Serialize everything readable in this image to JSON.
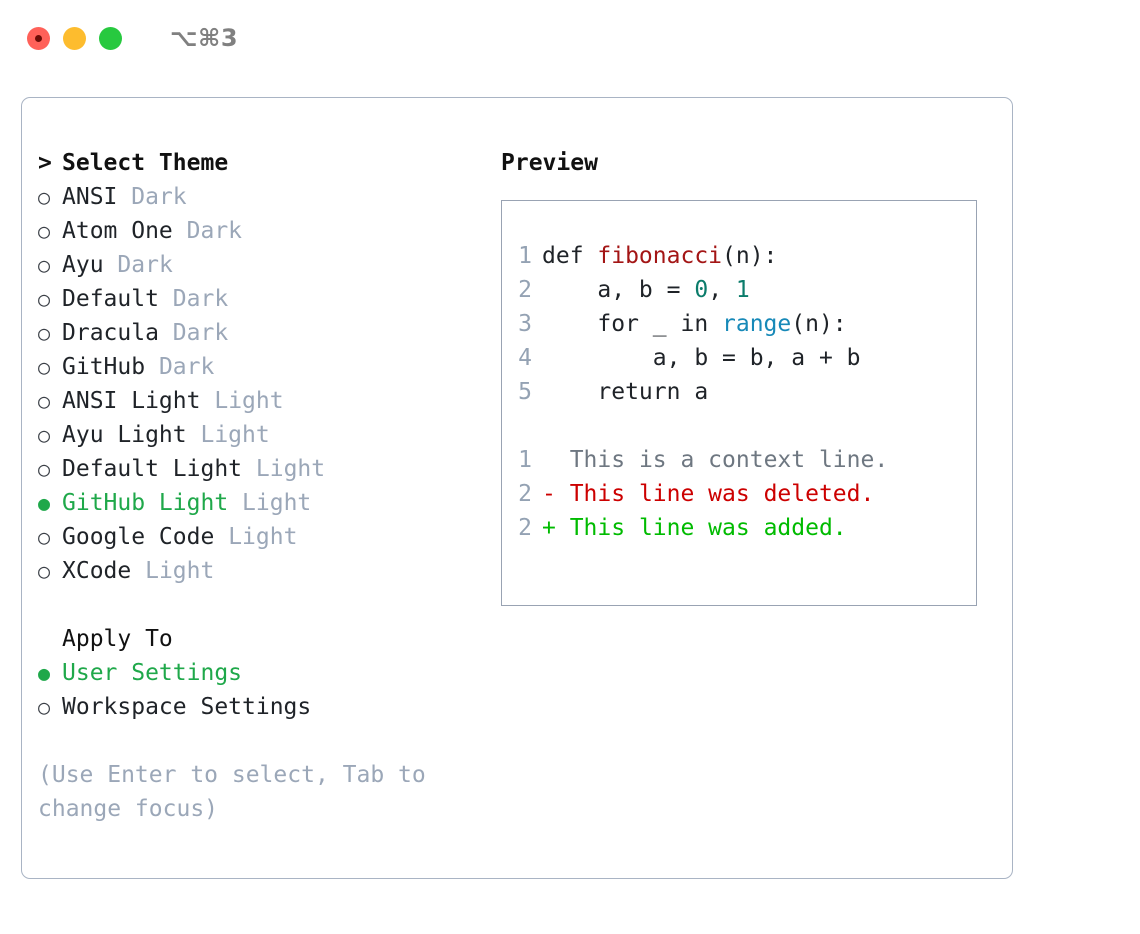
{
  "titlebar": {
    "shortcut": "⌥⌘3",
    "buttons": [
      {
        "name": "close",
        "color": "#ff6159"
      },
      {
        "name": "minimize",
        "color": "#fdbc2e"
      },
      {
        "name": "zoom",
        "color": "#27c93f"
      }
    ]
  },
  "theme_panel": {
    "heading": "Select Theme",
    "caret": ">",
    "bullet_on": "●",
    "bullet_off": "○",
    "items": [
      {
        "label": "ANSI",
        "variant": "Dark",
        "selected": false
      },
      {
        "label": "Atom One",
        "variant": "Dark",
        "selected": false
      },
      {
        "label": "Ayu",
        "variant": "Dark",
        "selected": false
      },
      {
        "label": "Default",
        "variant": "Dark",
        "selected": false
      },
      {
        "label": "Dracula",
        "variant": "Dark",
        "selected": false
      },
      {
        "label": "GitHub",
        "variant": "Dark",
        "selected": false
      },
      {
        "label": "ANSI Light",
        "variant": "Light",
        "selected": false
      },
      {
        "label": "Ayu Light",
        "variant": "Light",
        "selected": false
      },
      {
        "label": "Default Light",
        "variant": "Light",
        "selected": false
      },
      {
        "label": "GitHub Light",
        "variant": "Light",
        "selected": true
      },
      {
        "label": "Google Code",
        "variant": "Light",
        "selected": false
      },
      {
        "label": "XCode",
        "variant": "Light",
        "selected": false
      }
    ]
  },
  "apply_to": {
    "heading": "Apply To",
    "items": [
      {
        "label": "User Settings",
        "selected": true
      },
      {
        "label": "Workspace Settings",
        "selected": false
      }
    ]
  },
  "hint": "(Use Enter to select, Tab to change focus)",
  "preview": {
    "heading": "Preview",
    "code_lines": [
      {
        "number": "1",
        "tokens": [
          {
            "t": "def ",
            "c": "plain"
          },
          {
            "t": "fibonacci",
            "c": "fn"
          },
          {
            "t": "(n):",
            "c": "plain"
          }
        ]
      },
      {
        "number": "2",
        "tokens": [
          {
            "t": "    a, b = ",
            "c": "plain"
          },
          {
            "t": "0",
            "c": "num"
          },
          {
            "t": ", ",
            "c": "plain"
          },
          {
            "t": "1",
            "c": "num"
          }
        ]
      },
      {
        "number": "3",
        "tokens": [
          {
            "t": "    for _ in ",
            "c": "plain"
          },
          {
            "t": "range",
            "c": "builtin"
          },
          {
            "t": "(n):",
            "c": "plain"
          }
        ]
      },
      {
        "number": "4",
        "tokens": [
          {
            "t": "        a, b = b, a + b",
            "c": "plain"
          }
        ]
      },
      {
        "number": "5",
        "tokens": [
          {
            "t": "    return a",
            "c": "plain"
          }
        ]
      }
    ],
    "diff_lines": [
      {
        "number": "1",
        "marker": " ",
        "text": " This is a context line.",
        "kind": "context"
      },
      {
        "number": "2",
        "marker": "-",
        "text": " This line was deleted.",
        "kind": "deleted"
      },
      {
        "number": "2",
        "marker": "+",
        "text": " This line was added.",
        "kind": "added"
      }
    ]
  },
  "colors": {
    "accent_green": "#1fa84a",
    "muted": "#9ba7b8",
    "border": "#a9b4c4",
    "preview_border": "#99a3b3",
    "function_red": "#a31515",
    "number_teal": "#0b7c6b",
    "builtin_blue": "#1789b8",
    "diff_deleted": "#cc0000",
    "diff_added": "#00bb00"
  }
}
